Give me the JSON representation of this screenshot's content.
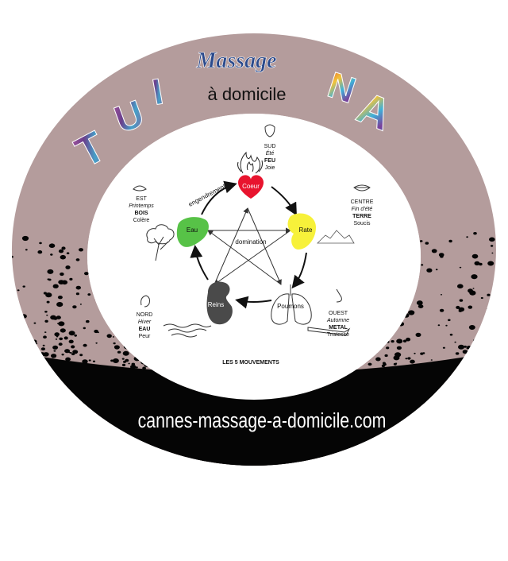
{
  "header": {
    "massage": "Massage",
    "subtitle": "à domicile",
    "brand_left": "TUI",
    "brand_right": "NA"
  },
  "diagram": {
    "title": "LES 5 MOUVEMENTS",
    "engendrement": "engendrement",
    "domination": "domination",
    "organs": {
      "coeur": "Coeur",
      "rate": "Rate",
      "poumons": "Poumons",
      "reins": "Reins",
      "eau": "Eau"
    },
    "south": {
      "dir": "SUD",
      "season": "Été",
      "element": "FEU",
      "emotion": "Joie"
    },
    "east": {
      "dir": "EST",
      "season": "Printemps",
      "element": "BOIS",
      "emotion": "Colère"
    },
    "center": {
      "dir": "CENTRE",
      "season": "Fin d'été",
      "element": "TERRE",
      "emotion": "Soucis"
    },
    "west": {
      "dir": "OUEST",
      "season": "Automne",
      "element": "METAL",
      "emotion": "Tristesse"
    },
    "north": {
      "dir": "NORD",
      "season": "Hiver",
      "element": "EAU",
      "emotion": "Peur"
    }
  },
  "footer": {
    "url": "cannes-massage-a-domicile.com"
  },
  "colors": {
    "ring": "#b49c9c",
    "coeur": "#e8142e",
    "rate": "#f7f13a",
    "eau": "#57c247",
    "reins": "#4a4a4a",
    "footer_black": "#050505",
    "title_blue": "#2b4a8c"
  }
}
